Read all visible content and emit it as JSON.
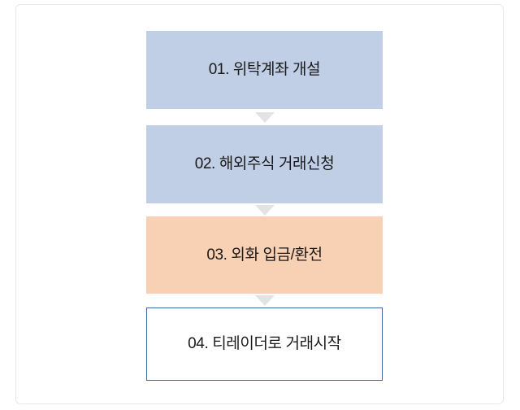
{
  "page": {
    "background_color": "#ffffff",
    "card_border_color": "#e8e8e8"
  },
  "flow": {
    "orientation": "vertical",
    "connector_icon": "triangle-down-icon",
    "connector_color": "#e3e3e3",
    "steps": [
      {
        "id": "step-01",
        "number": "01",
        "label": "01. 위탁계좌 개설",
        "style": "filled",
        "fill_color": "#c0cee6",
        "text_color": "#1a1a1a"
      },
      {
        "id": "step-02",
        "number": "02",
        "label": "02. 해외주식 거래신청",
        "style": "filled",
        "fill_color": "#c0cee6",
        "text_color": "#1a1a1a"
      },
      {
        "id": "step-03",
        "number": "03",
        "label": "03. 외화 입금/환전",
        "style": "filled",
        "fill_color": "#f8d0b4",
        "text_color": "#1a1a1a"
      },
      {
        "id": "step-04",
        "number": "04",
        "label": "04. 티레이더로 거래시작",
        "style": "outlined",
        "fill_color": "#ffffff",
        "border_color": "#41659b",
        "text_color": "#1a1a1a"
      }
    ]
  }
}
